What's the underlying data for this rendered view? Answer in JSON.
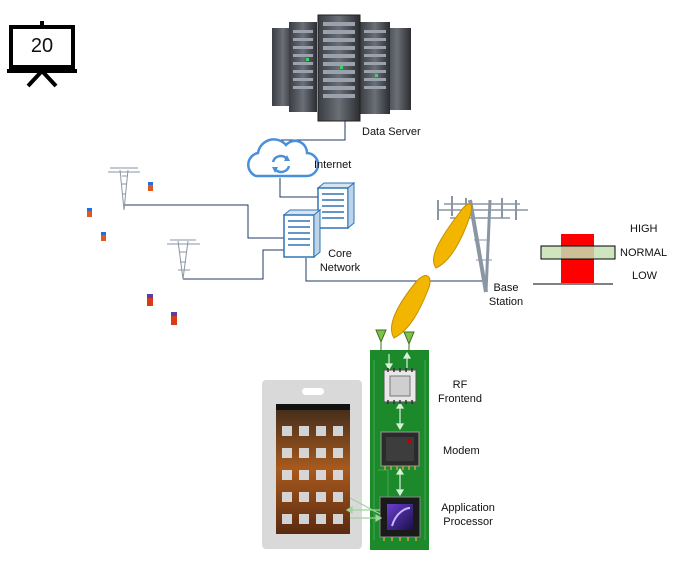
{
  "slide_number": "20",
  "labels": {
    "data_server": "Data Server",
    "internet": "Internet",
    "core_network": [
      "Core",
      "Network"
    ],
    "base_station": [
      "Base",
      "Station"
    ],
    "rf_frontend": [
      "RF",
      "Frontend"
    ],
    "modem": "Modem",
    "application_processor": [
      "Application",
      "Processor"
    ]
  },
  "level_indicator": {
    "high": "HIGH",
    "normal": "NORMAL",
    "low": "LOW"
  },
  "colors": {
    "board_green": "#1c8a2a",
    "normal_band": "#c6e0b4",
    "red_bar": "#ff0000",
    "cloud_blue": "#4a90d9",
    "beam_yellow": "#f2b600",
    "link_line": "#1f3864"
  },
  "icons": [
    "presentation-board-icon",
    "server-rack-icon",
    "cloud-sync-icon",
    "core-server-icon",
    "cell-tower-icon",
    "antenna-icon",
    "chip-icon",
    "smartphone-icon"
  ]
}
